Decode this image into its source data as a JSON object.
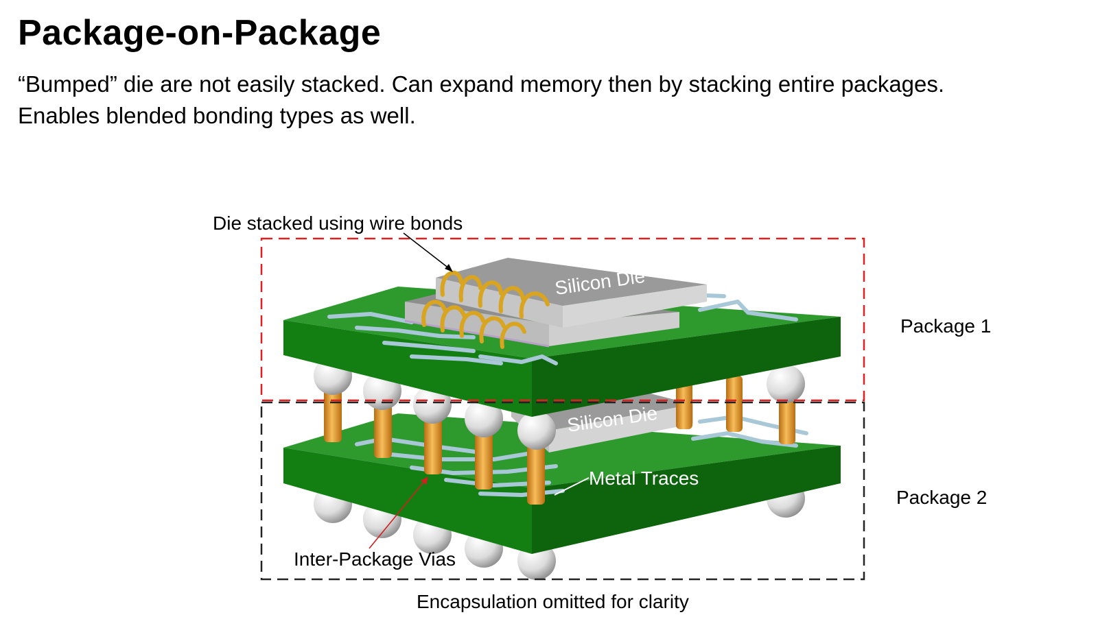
{
  "slide": {
    "title": "Package-on-Package",
    "subtitle_lines": [
      "“Bumped” die are not easily stacked. Can expand memory then by stacking entire packages.",
      "Enables blended bonding types as well."
    ]
  },
  "diagram": {
    "labels": {
      "wire_bonds": "Die stacked using wire bonds",
      "silicon_die_top": "Silicon Die",
      "silicon_die_bottom": "Silicon Die",
      "metal_traces": "Metal Traces",
      "inter_package_vias": "Inter-Package Vias",
      "package_1": "Package 1",
      "package_2": "Package 2",
      "caption": "Encapsulation omitted for clarity"
    },
    "colors": {
      "substrate_top": "#2e9a2e",
      "substrate_front": "#0f7a0f",
      "substrate_side": "#0a5e0a",
      "die_top": "#9a9a9a",
      "die_side": "#c8c8c8",
      "trace": "#a8c8d8",
      "solder_ball": "#e4e4e4",
      "via": "#e69a2e",
      "wire_bond": "#d9a520",
      "package_1_box": "#e02020",
      "package_2_box": "#222222"
    }
  }
}
